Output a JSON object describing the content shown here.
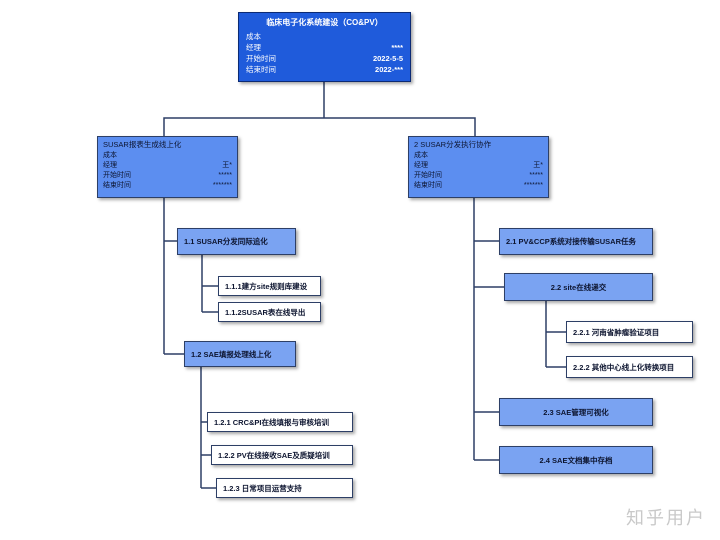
{
  "root": {
    "title": "临床电子化系统建设（CO&PV）",
    "rows": [
      {
        "label": "成本",
        "value": ""
      },
      {
        "label": "经理",
        "value": "****"
      },
      {
        "label": "开始时间",
        "value": "2022-5-5"
      },
      {
        "label": "结束时间",
        "value": "2022-***"
      }
    ]
  },
  "left": {
    "title": "SUSAR报表生成线上化",
    "rows": [
      {
        "label": "成本",
        "value": ""
      },
      {
        "label": "经理",
        "value": "王*"
      },
      {
        "label": "开始时间",
        "value": "*****"
      },
      {
        "label": "结束时间",
        "value": "*******"
      }
    ],
    "sub1": {
      "label": "1.1 SUSAR分发同际追化",
      "items": [
        "1.1.1建方site规则库建设",
        "1.1.2SUSAR表在线导出"
      ]
    },
    "sub2": {
      "label": "1.2 SAE填报处理线上化",
      "items": [
        "1.2.1 CRC&PI在线填报与审核培训",
        "1.2.2 PV在线接收SAE及质疑培训",
        "1.2.3 日常项目运营支持"
      ]
    }
  },
  "right": {
    "title": "2 SUSAR分发执行协作",
    "rows": [
      {
        "label": "成本",
        "value": ""
      },
      {
        "label": "经理",
        "value": "王*"
      },
      {
        "label": "开始时间",
        "value": "*****"
      },
      {
        "label": "结束时间",
        "value": "*******"
      }
    ],
    "sub1": {
      "label": "2.1 PV&CCP系统对接传输SUSAR任务"
    },
    "sub2": {
      "label": "2.2 site在线递交",
      "items": [
        "2.2.1 河南省肿瘤验证项目",
        "2.2.2 其他中心线上化转换项目"
      ]
    },
    "sub3": {
      "label": "2.3 SAE管理可视化"
    },
    "sub4": {
      "label": "2.4 SAE文档集中存档"
    }
  },
  "watermark": "知乎用户",
  "colors": {
    "root": "#1f5bdb",
    "level1": "#5c8ef0",
    "level2": "#7aa3f2",
    "level3": "#ffffff",
    "connector": "#2d3f66"
  }
}
